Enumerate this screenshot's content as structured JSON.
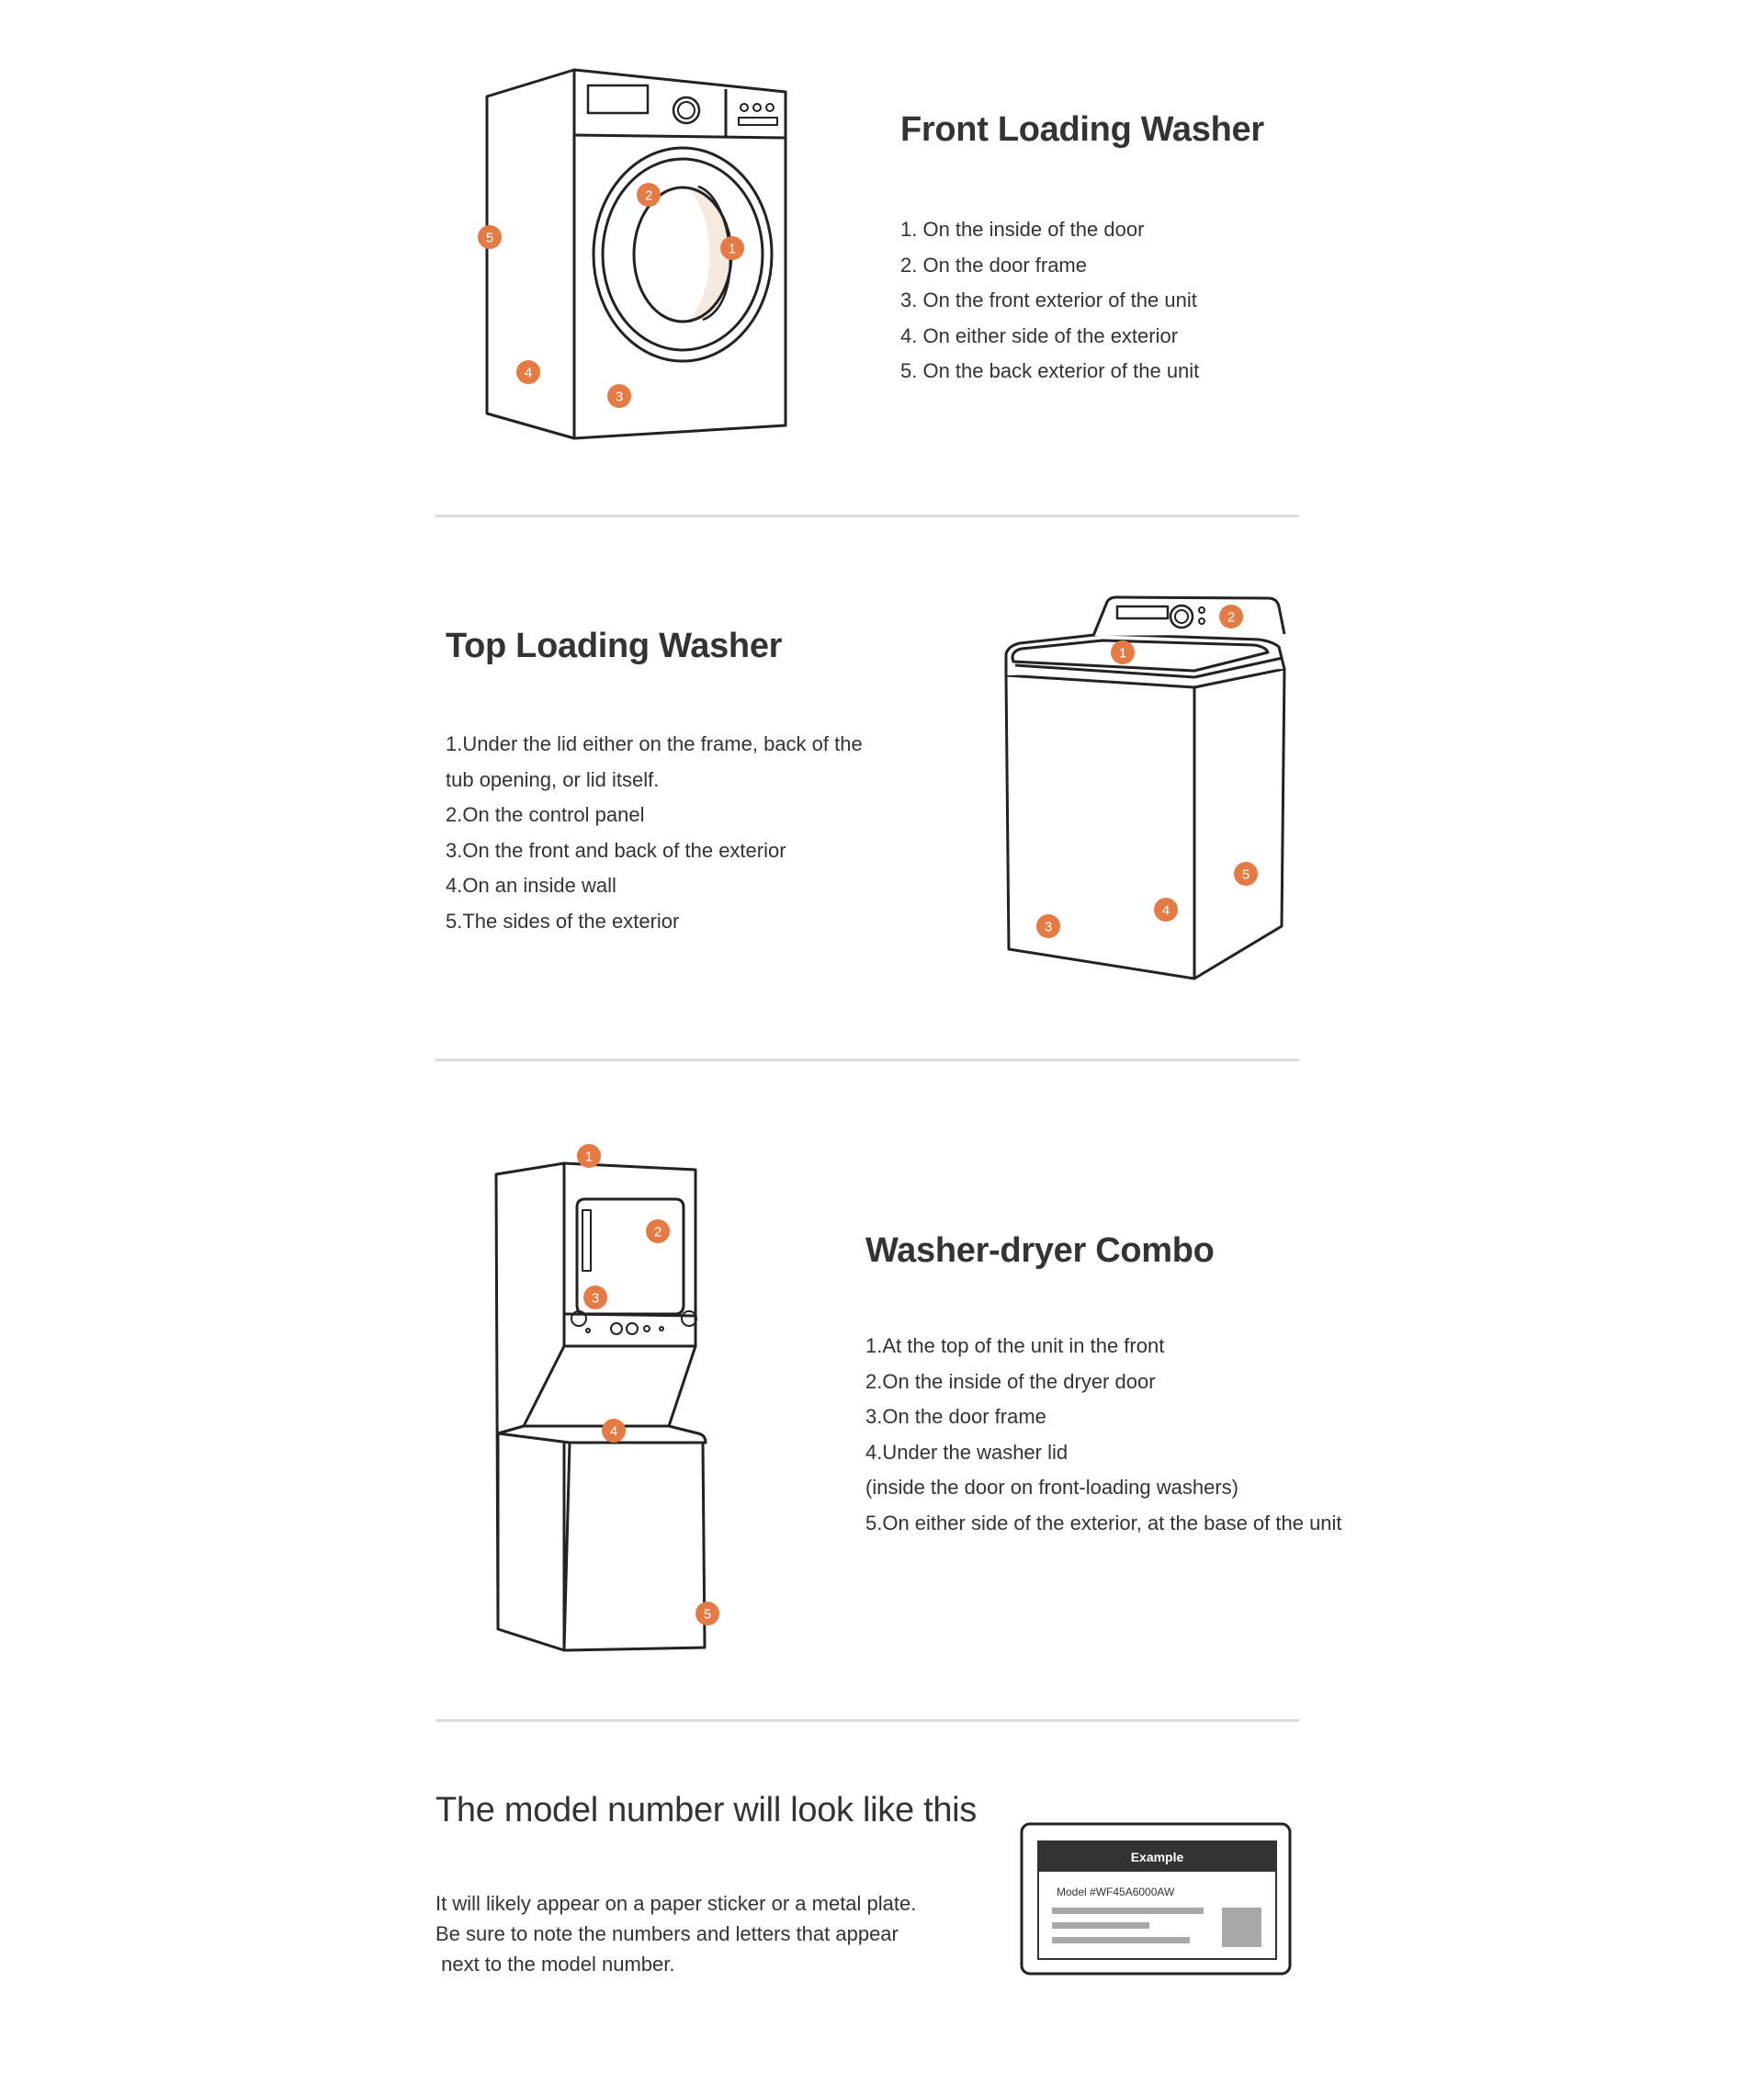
{
  "colors": {
    "accent": "#e47b45",
    "text": "#333333",
    "divider": "#dcdcdc",
    "line": "#222222"
  },
  "front_loading": {
    "title": "Front Loading Washer",
    "items": [
      "1. On the inside of the door",
      "2. On the door frame",
      "3. On the front exterior of the unit",
      "4. On either side of the exterior",
      "5. On the back exterior of the unit"
    ],
    "markers": [
      "1",
      "2",
      "3",
      "4",
      "5"
    ]
  },
  "top_loading": {
    "title": "Top Loading Washer",
    "items": [
      "1.Under the lid either on the frame, back of the",
      "tub opening, or lid itself.",
      "2.On the control panel",
      "3.On the front and back of the exterior",
      "4.On an inside wall",
      "5.The sides of the exterior"
    ],
    "markers": [
      "1",
      "2",
      "3",
      "4",
      "5"
    ]
  },
  "combo": {
    "title": "Washer-dryer Combo",
    "items": [
      "1.At the top of the unit in the front",
      "2.On the inside of the dryer door",
      "3.On the door frame",
      "4.Under the washer lid",
      "(inside the door on front-loading washers)",
      "5.On either side of the exterior, at the base of the unit"
    ],
    "markers": [
      "1",
      "2",
      "3",
      "4",
      "5"
    ]
  },
  "model_number": {
    "title": "The model number will look like this",
    "lines": [
      "It will likely appear on a paper sticker or a metal plate.",
      "Be sure to note the numbers and letters that appear",
      " next to the model number."
    ],
    "example_header": "Example",
    "example_model": "Model #WF45A6000AW"
  }
}
